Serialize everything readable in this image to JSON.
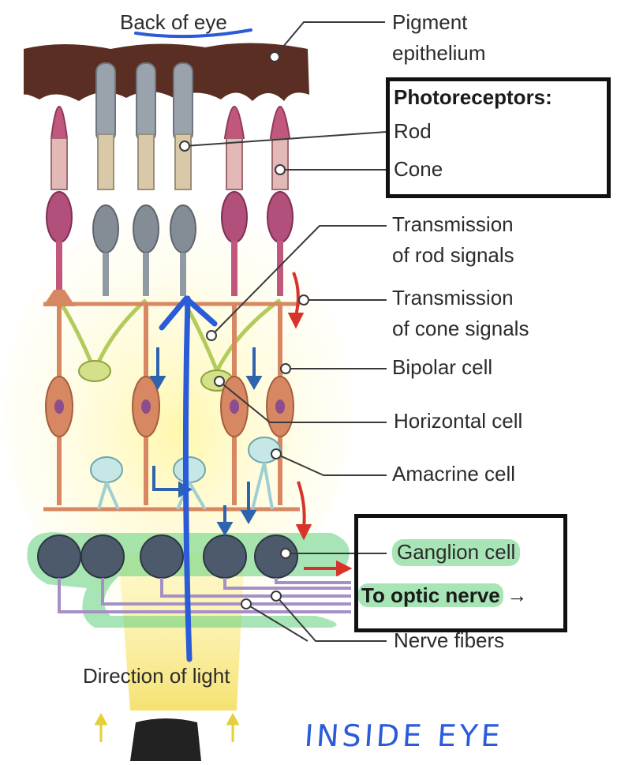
{
  "labels": {
    "back_of_eye": "Back of eye",
    "pigment_line1": "Pigment",
    "pigment_line2": "epithelium",
    "photoreceptors": "Photoreceptors:",
    "rod": "Rod",
    "cone": "Cone",
    "rod_signals_line1": "Transmission",
    "rod_signals_line2": "of rod signals",
    "cone_signals_line1": "Transmission",
    "cone_signals_line2": "of cone signals",
    "bipolar": "Bipolar cell",
    "horizontal": "Horizontal cell",
    "amacrine": "Amacrine cell",
    "ganglion": "Ganglion cell",
    "optic_nerve": "To optic nerve",
    "optic_arrow": "→",
    "nerve_fibers": "Nerve fibers",
    "direction": "Direction of light",
    "inside_eye": "INSIDE EYE"
  },
  "colors": {
    "pigment": "#5a2e22",
    "rod": "#8f9aa3",
    "cone": "#c2577e",
    "bipolar": "#d78762",
    "horizontal": "#b3cb5a",
    "amacrine": "#9fcfd2",
    "ganglion": "#4c5a6c",
    "fiber": "#a58fc4",
    "highlight": "#5fd07a",
    "annotation": "#2a5bd8",
    "signal_blue": "#2e63b0",
    "signal_red": "#d8332b"
  }
}
